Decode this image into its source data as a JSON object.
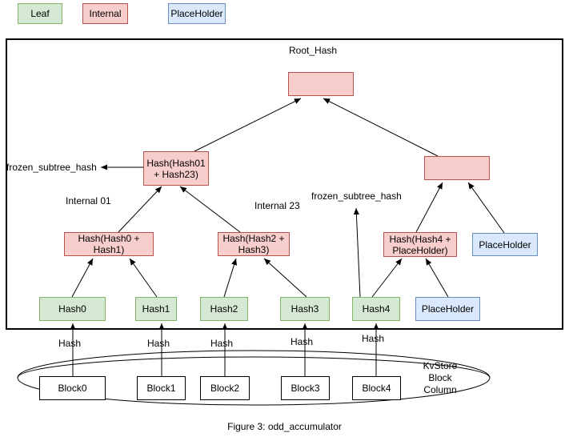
{
  "colors": {
    "leaf_fill": "#d5e8d4",
    "leaf_stroke": "#82b366",
    "internal_fill": "#f8cecc",
    "internal_stroke": "#b85450",
    "placeholder_fill": "#dae8fc",
    "placeholder_stroke": "#6c8ebf",
    "line": "#000000"
  },
  "legend": {
    "items": [
      {
        "label": "Leaf",
        "type": "leaf"
      },
      {
        "label": "Internal",
        "type": "internal"
      },
      {
        "label": "PlaceHolder",
        "type": "placeholder"
      }
    ]
  },
  "tree": {
    "root_label": "Root_Hash",
    "nodes": {
      "hash01_23": "Hash(Hash01 + Hash23)",
      "hash0_1": "Hash(Hash0 + Hash1)",
      "hash2_3": "Hash(Hash2 + Hash3)",
      "hash4_ph": "Hash(Hash4 + PlaceHolder)",
      "placeholder_mid": "PlaceHolder",
      "leaf0": "Hash0",
      "leaf1": "Hash1",
      "leaf2": "Hash2",
      "leaf3": "Hash3",
      "leaf4": "Hash4",
      "placeholder_leaf": "PlaceHolder"
    },
    "annotations": {
      "frozen_left": "frozen_subtree_hash",
      "frozen_right": "frozen_subtree_hash",
      "internal01": "Internal 01",
      "internal23": "Internal 23"
    }
  },
  "storage": {
    "hash_labels": [
      "Hash",
      "Hash",
      "Hash",
      "Hash",
      "Hash"
    ],
    "blocks": [
      "Block0",
      "Block1",
      "Block2",
      "Block3",
      "Block4"
    ],
    "store_label": "KvStore\nBlock\nColumn"
  },
  "caption": "Figure 3: odd_accumulator"
}
